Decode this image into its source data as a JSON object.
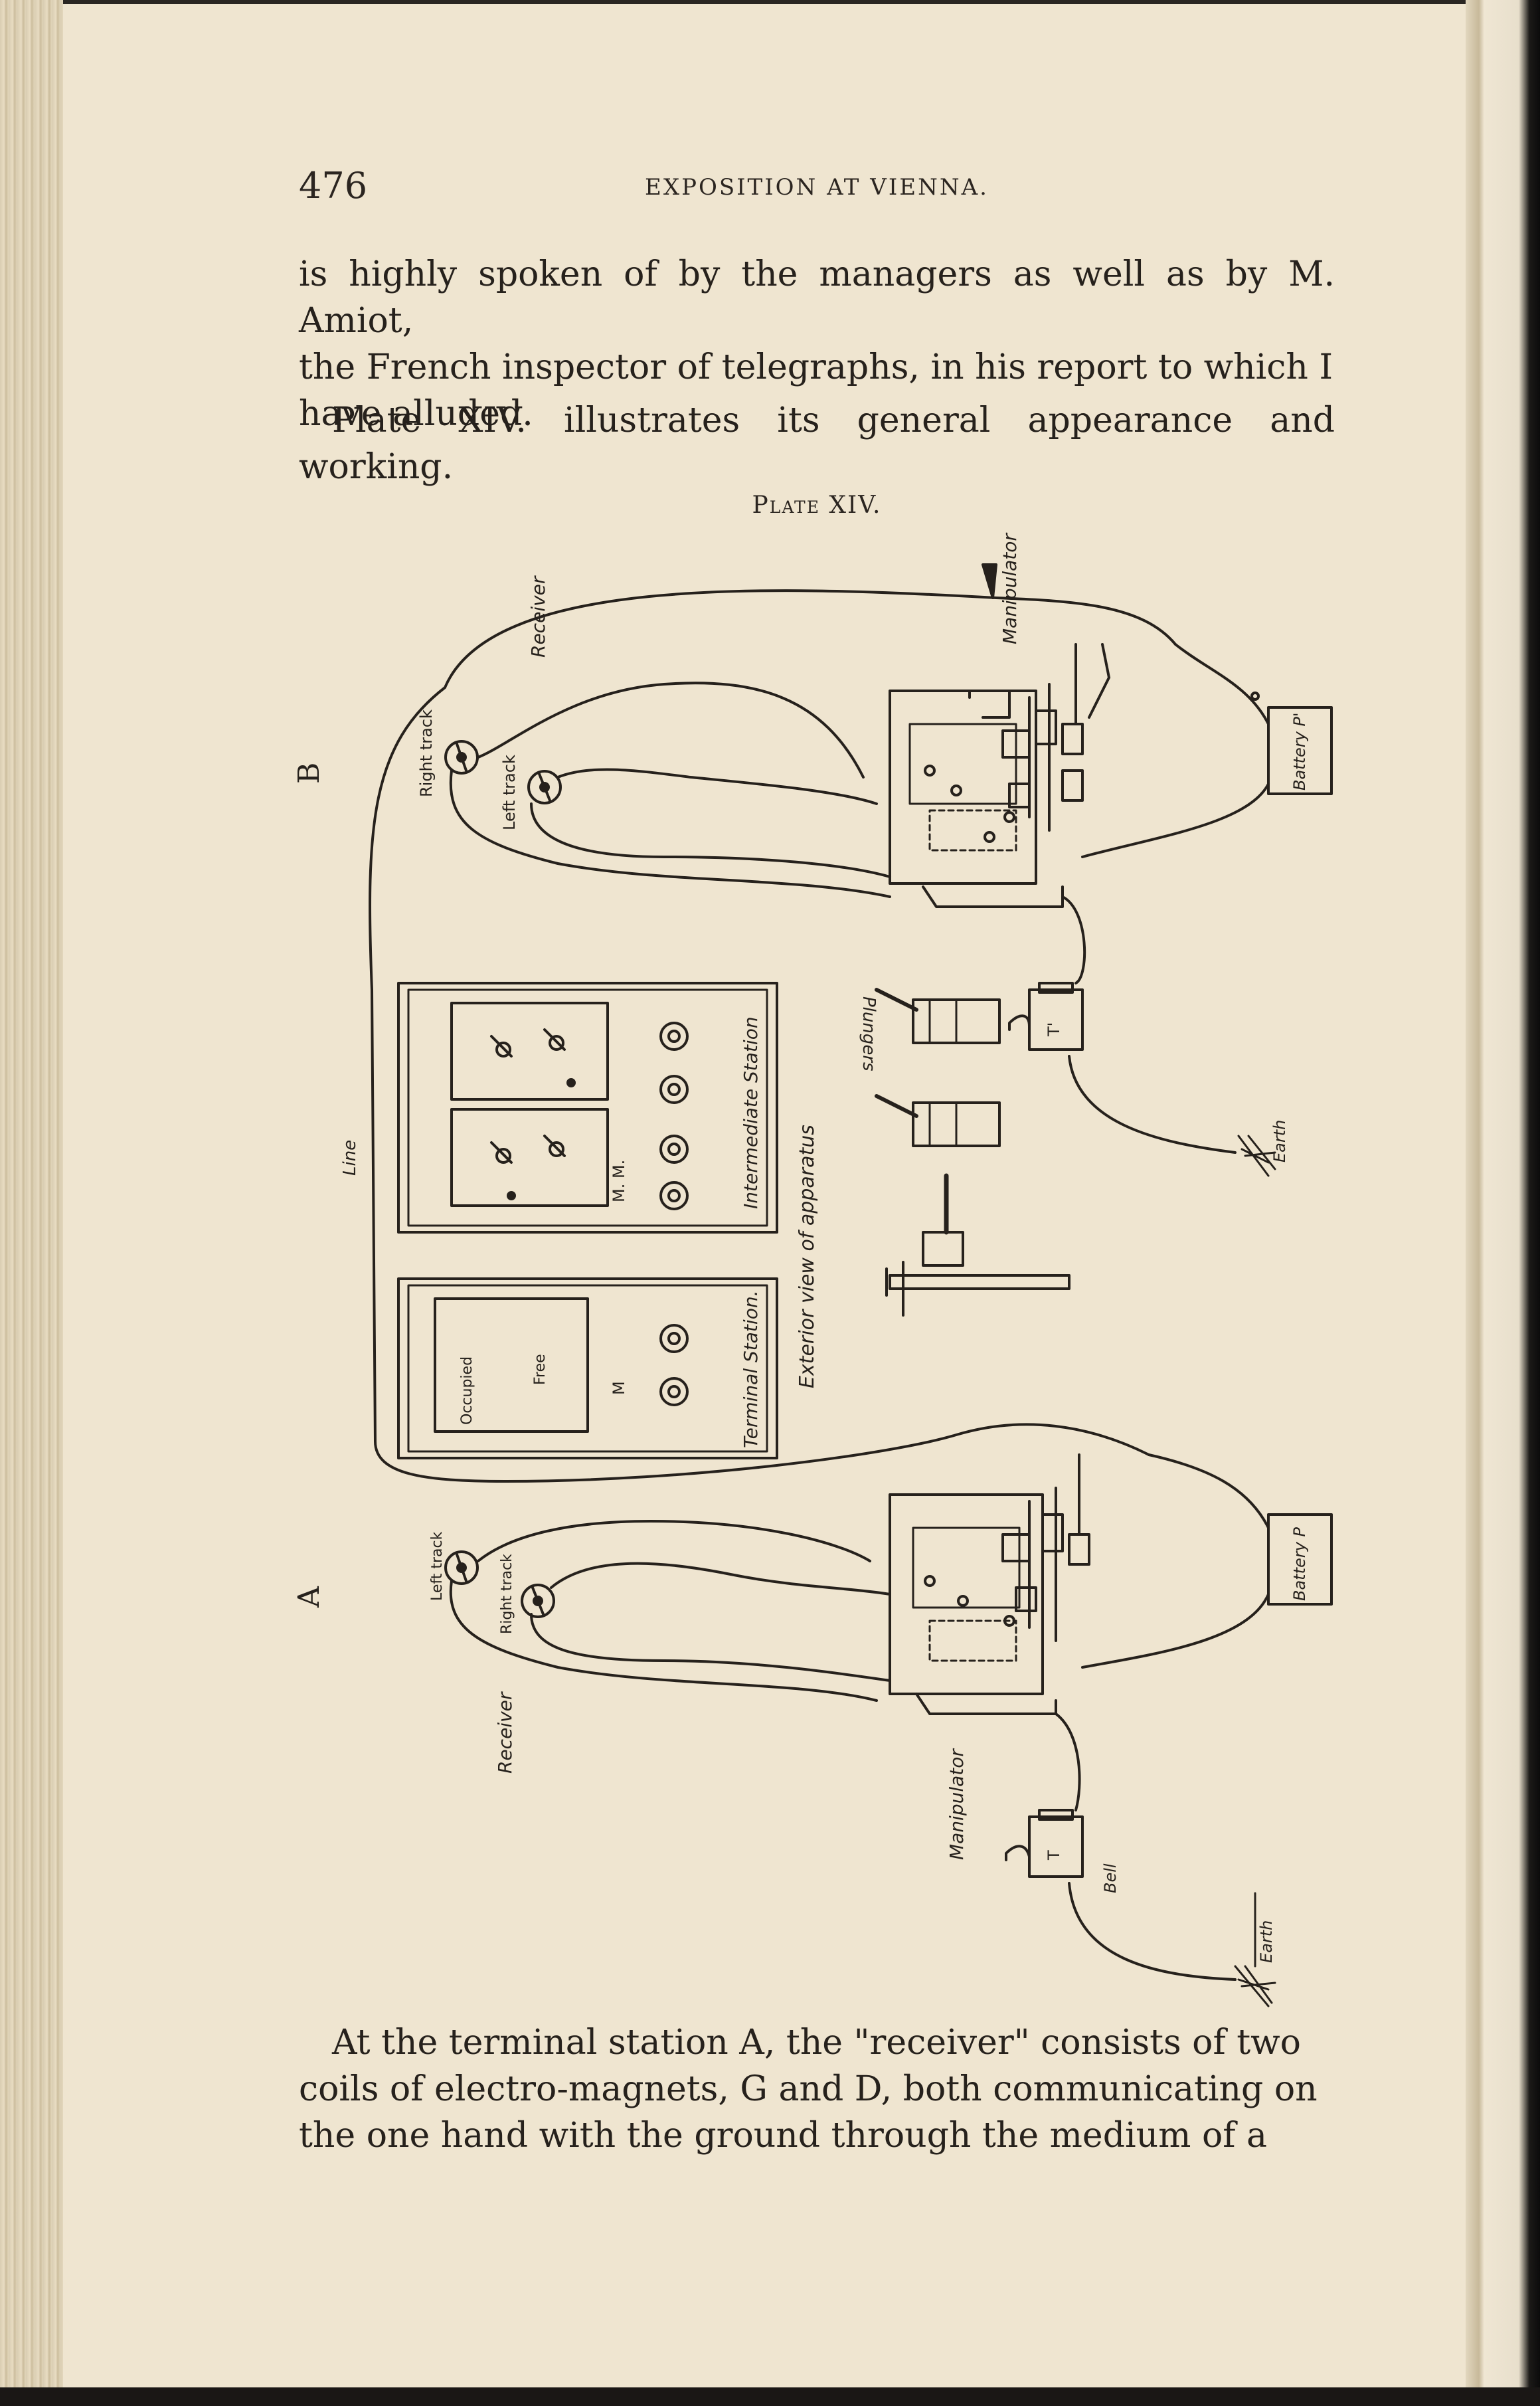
{
  "header": {
    "page_number": "476",
    "running_title": "EXPOSITION AT VIENNA."
  },
  "paragraphs": {
    "top_1": [
      "is highly spoken of by the managers as well as by M. Amiot,",
      "the French inspector of telegraphs, in his report to which I",
      "have alluded."
    ],
    "top_2": "Plate XIV. illustrates its general appearance and working.",
    "bottom": [
      "At the terminal station A, the \"receiver\" consists of two",
      "coils of electro-magnets, G and D, both communicating on",
      "the one hand with the ground through the medium of a"
    ]
  },
  "plate": {
    "caption": "Plate XIV.",
    "labels": {
      "station_b": "B",
      "station_a": "A",
      "line": "Line",
      "receiver_b": "Receiver",
      "receiver_a": "Receiver",
      "manipulator_b": "Manipulator",
      "manipulator_a": "Manipulator",
      "battery_b": "Battery P'",
      "battery_a": "Battery P",
      "earth_b": "Earth",
      "earth_a": "Earth",
      "bell_a": "Bell",
      "plungers": "Plungers",
      "intermediate_station": "Intermediate Station",
      "terminal_station": "Terminal Station.",
      "exterior_view": "Exterior view of apparatus",
      "right_track": "Right track",
      "left_track": "Left track",
      "occupied": "Occupied",
      "free": "Free",
      "left_track_free_b": "Left track",
      "mm": "M. M.",
      "m": "M",
      "t": "T",
      "t_prime": "T'"
    }
  }
}
